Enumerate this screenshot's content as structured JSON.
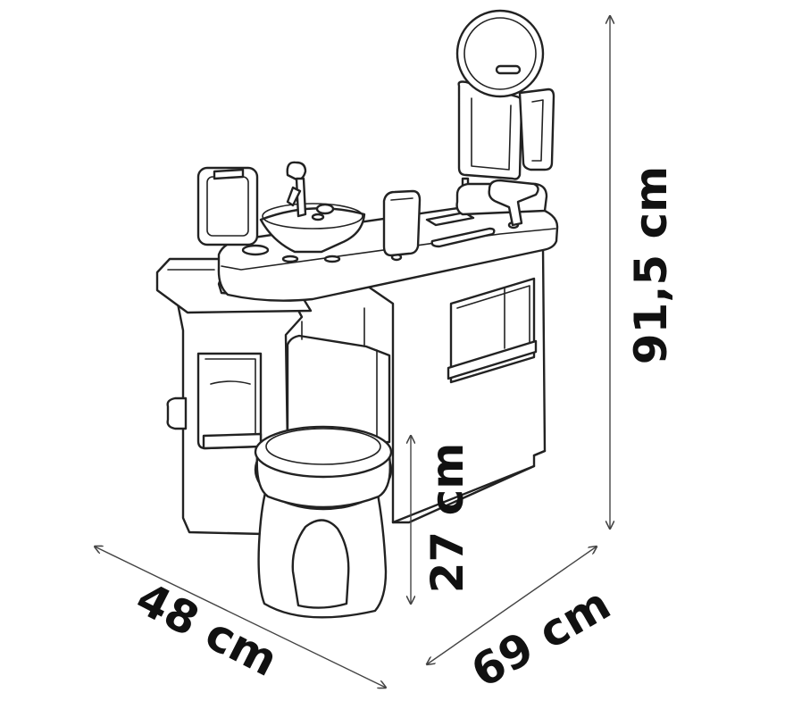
{
  "diagram": {
    "colors": {
      "line": "#222222",
      "background": "#ffffff",
      "text": "#111111"
    },
    "dimensions": {
      "height": "91,5 cm",
      "depth": "48 cm",
      "width": "69 cm",
      "stool_height": "27 cm"
    }
  }
}
